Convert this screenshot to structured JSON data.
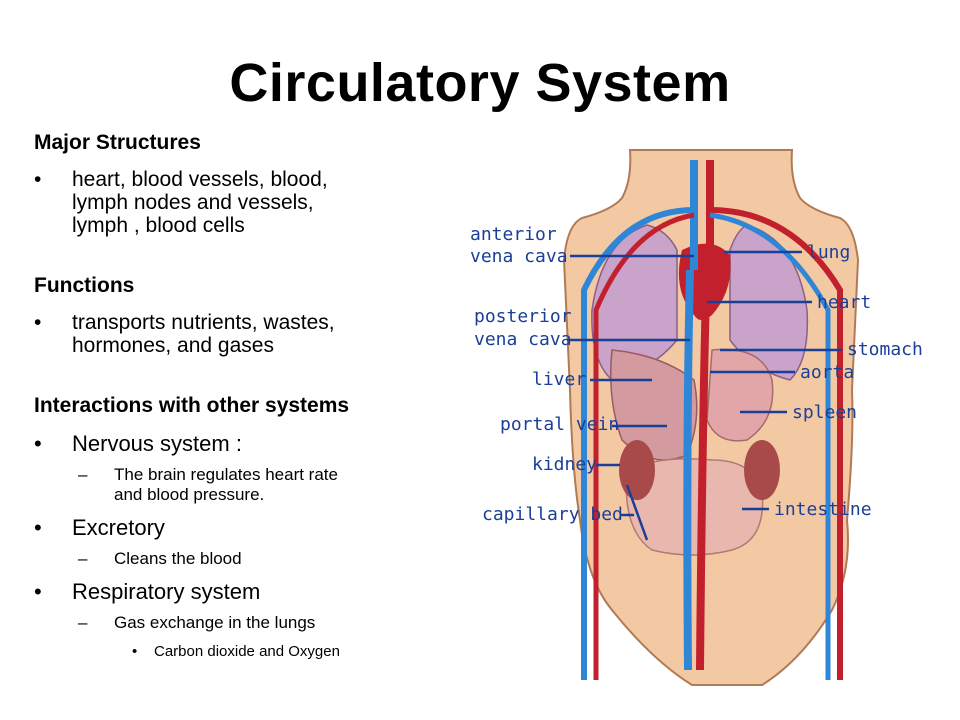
{
  "slide": {
    "title": "Circulatory System",
    "sections": {
      "major": {
        "heading": "Major Structures",
        "bullet_line1": "heart, blood vessels, blood,",
        "bullet_line2": "lymph nodes and vessels,",
        "bullet_line3": "lymph , blood cells"
      },
      "functions": {
        "heading": "Functions",
        "bullet_line1": "transports nutrients, wastes,",
        "bullet_line2": "hormones, and gases"
      },
      "interactions": {
        "heading": "Interactions with other systems",
        "nervous": "Nervous system :",
        "nervous_sub_line1": "The brain regulates heart rate",
        "nervous_sub_line2": "and blood pressure.",
        "excretory": "Excretory",
        "excretory_sub": "Cleans the blood",
        "respiratory": "Respiratory system",
        "respiratory_sub": "Gas exchange in the lungs",
        "respiratory_subsub": "Carbon dioxide and Oxygen"
      }
    }
  },
  "diagram": {
    "labels_left": {
      "anterior_line1": "anterior",
      "anterior_line2": "vena cava",
      "posterior_line1": "posterior",
      "posterior_line2": "vena cava",
      "liver": "liver",
      "portal_vein": "portal vein",
      "kidney": "kidney",
      "capillary_bed": "capillary bed"
    },
    "labels_right": {
      "lung": "lung",
      "heart": "heart",
      "stomach": "stomach",
      "aorta": "aorta",
      "spleen": "spleen",
      "intestine": "intestine"
    },
    "colors": {
      "skin": "#f3c9a4",
      "lung": "#c9a3c9",
      "vein": "#2f86d6",
      "artery": "#c2202c",
      "label": "#1b3f97"
    }
  }
}
